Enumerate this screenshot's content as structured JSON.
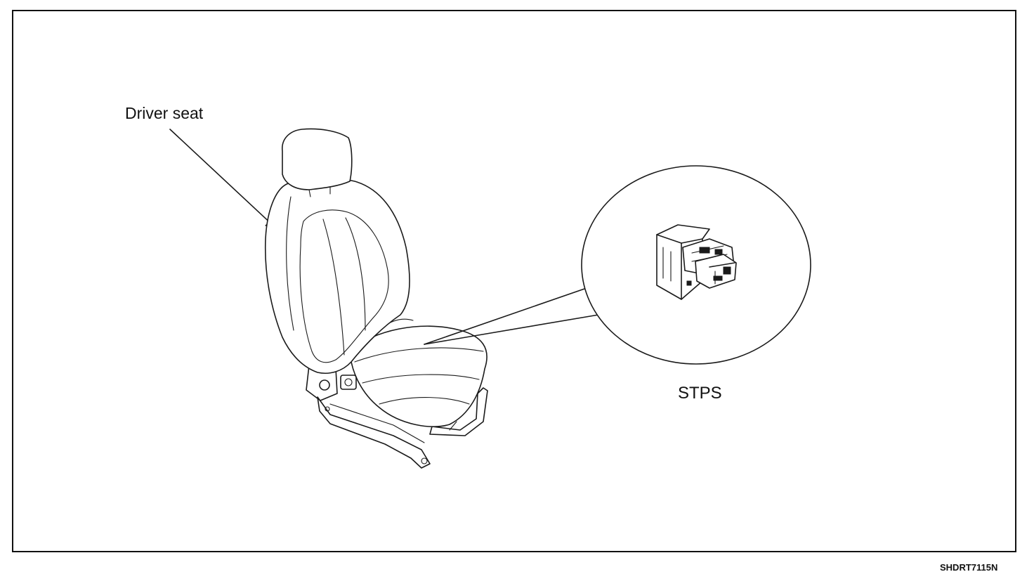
{
  "labels": {
    "driver_seat": "Driver seat",
    "stps": "STPS",
    "figure_code": "SHDRT7115N"
  },
  "icons": {
    "seat": "driver-seat-illustration",
    "sensor": "stps-sensor-illustration"
  },
  "colors": {
    "line": "#1a1a1a",
    "background": "#ffffff"
  }
}
